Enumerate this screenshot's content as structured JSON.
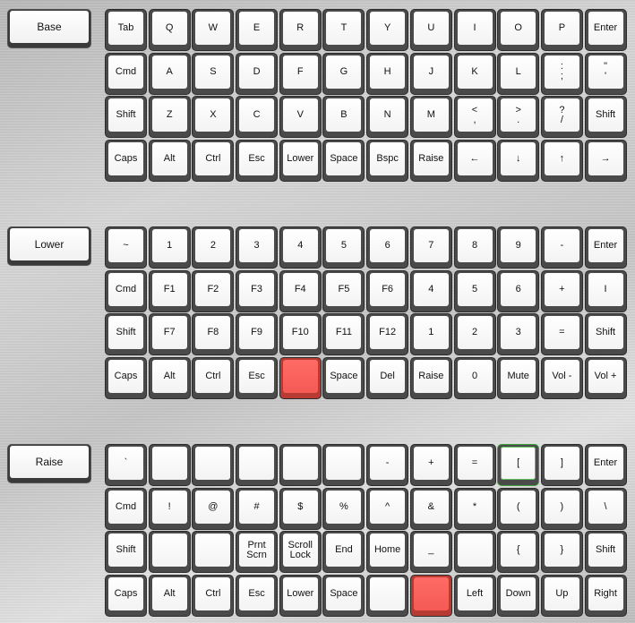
{
  "layers": [
    {
      "name": "Base",
      "rows": [
        [
          [
            "Tab"
          ],
          [
            "Q"
          ],
          [
            "W"
          ],
          [
            "E"
          ],
          [
            "R"
          ],
          [
            "T"
          ],
          [
            "Y"
          ],
          [
            "U"
          ],
          [
            "I"
          ],
          [
            "O"
          ],
          [
            "P"
          ],
          [
            "Enter"
          ]
        ],
        [
          [
            "Cmd"
          ],
          [
            "A"
          ],
          [
            "S"
          ],
          [
            "D"
          ],
          [
            "F"
          ],
          [
            "G"
          ],
          [
            "H"
          ],
          [
            "J"
          ],
          [
            "K"
          ],
          [
            "L"
          ],
          [
            ":",
            ";"
          ],
          [
            "\"",
            "'"
          ]
        ],
        [
          [
            "Shift"
          ],
          [
            "Z"
          ],
          [
            "X"
          ],
          [
            "C"
          ],
          [
            "V"
          ],
          [
            "B"
          ],
          [
            "N"
          ],
          [
            "M"
          ],
          [
            "<",
            ","
          ],
          [
            ">",
            "."
          ],
          [
            "?",
            "/"
          ],
          [
            "Shift"
          ]
        ],
        [
          [
            "Caps"
          ],
          [
            "Alt"
          ],
          [
            "Ctrl"
          ],
          [
            "Esc"
          ],
          [
            "Lower"
          ],
          [
            "Space"
          ],
          [
            "Bspc"
          ],
          [
            "Raise"
          ],
          [
            "←"
          ],
          [
            "↓"
          ],
          [
            "↑"
          ],
          [
            "→"
          ]
        ]
      ]
    },
    {
      "name": "Lower",
      "rows": [
        [
          [
            "~"
          ],
          [
            "1"
          ],
          [
            "2"
          ],
          [
            "3"
          ],
          [
            "4"
          ],
          [
            "5"
          ],
          [
            "6"
          ],
          [
            "7"
          ],
          [
            "8"
          ],
          [
            "9"
          ],
          [
            "-"
          ],
          [
            "Enter"
          ]
        ],
        [
          [
            "Cmd"
          ],
          [
            "F1"
          ],
          [
            "F2"
          ],
          [
            "F3"
          ],
          [
            "F4"
          ],
          [
            "F5"
          ],
          [
            "F6"
          ],
          [
            "4"
          ],
          [
            "5"
          ],
          [
            "6"
          ],
          [
            "+"
          ],
          [
            "I"
          ]
        ],
        [
          [
            "Shift"
          ],
          [
            "F7"
          ],
          [
            "F8"
          ],
          [
            "F9"
          ],
          [
            "F10"
          ],
          [
            "F11"
          ],
          [
            "F12"
          ],
          [
            "1"
          ],
          [
            "2"
          ],
          [
            "3"
          ],
          [
            "="
          ],
          [
            "Shift"
          ]
        ],
        [
          [
            "Caps"
          ],
          [
            "Alt"
          ],
          [
            "Ctrl"
          ],
          [
            "Esc"
          ],
          [],
          [
            "Space"
          ],
          [
            "Del"
          ],
          [
            "Raise"
          ],
          [
            "0"
          ],
          [
            "Mute"
          ],
          [
            "Vol -"
          ],
          [
            "Vol +"
          ]
        ]
      ],
      "highlight": [
        [
          3,
          4
        ]
      ]
    },
    {
      "name": "Raise",
      "rows": [
        [
          [
            "`"
          ],
          [],
          [],
          [],
          [],
          [],
          [
            "-"
          ],
          [
            "+"
          ],
          [
            "="
          ],
          [
            "["
          ],
          [
            "]"
          ],
          [
            "Enter"
          ]
        ],
        [
          [
            "Cmd"
          ],
          [
            "!"
          ],
          [
            "@"
          ],
          [
            "#"
          ],
          [
            "$"
          ],
          [
            "%"
          ],
          [
            "^"
          ],
          [
            "&"
          ],
          [
            "*"
          ],
          [
            "("
          ],
          [
            ")"
          ],
          [
            "\\"
          ]
        ],
        [
          [
            "Shift"
          ],
          [],
          [],
          [
            "Prnt",
            "Scrn"
          ],
          [
            "Scroll",
            "Lock"
          ],
          [
            "End"
          ],
          [
            "Home"
          ],
          [
            "_"
          ],
          [],
          [
            "{"
          ],
          [
            "}"
          ],
          [
            "Shift"
          ]
        ],
        [
          [
            "Caps"
          ],
          [
            "Alt"
          ],
          [
            "Ctrl"
          ],
          [
            "Esc"
          ],
          [
            "Lower"
          ],
          [
            "Space"
          ],
          [],
          [],
          [
            "Left"
          ],
          [
            "Down"
          ],
          [
            "Up"
          ],
          [
            "Right"
          ]
        ]
      ],
      "highlight": [
        [
          3,
          7
        ]
      ],
      "outlined": [
        [
          0,
          9
        ]
      ]
    }
  ],
  "colors": {
    "highlight": "#f55a55",
    "outline": "#3ca23c"
  }
}
